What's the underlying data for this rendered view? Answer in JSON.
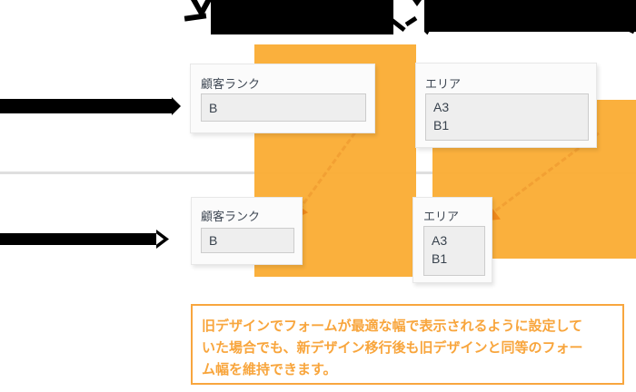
{
  "forms": {
    "old": {
      "rank": {
        "label": "顧客ランク",
        "value": "B"
      },
      "area": {
        "label": "エリア",
        "options": [
          "A3",
          "B1"
        ]
      }
    },
    "new": {
      "rank": {
        "label": "顧客ランク",
        "value": "B"
      },
      "area": {
        "label": "エリア",
        "options": [
          "A3",
          "B1"
        ]
      }
    }
  },
  "callout": {
    "lines": [
      "旧デザインでフォームが最適な幅で表示されるように設定して",
      "いた場合でも、新デザイン移行後も旧デザインと同等のフォー",
      "ム幅を維持できます。"
    ]
  },
  "colors": {
    "highlight_orange": "#FAAC33",
    "arrow_orange": "#F08A1D",
    "callout_text": "#F8A53C",
    "divider_gray": "#DFDFDF",
    "redaction": "#000000"
  }
}
